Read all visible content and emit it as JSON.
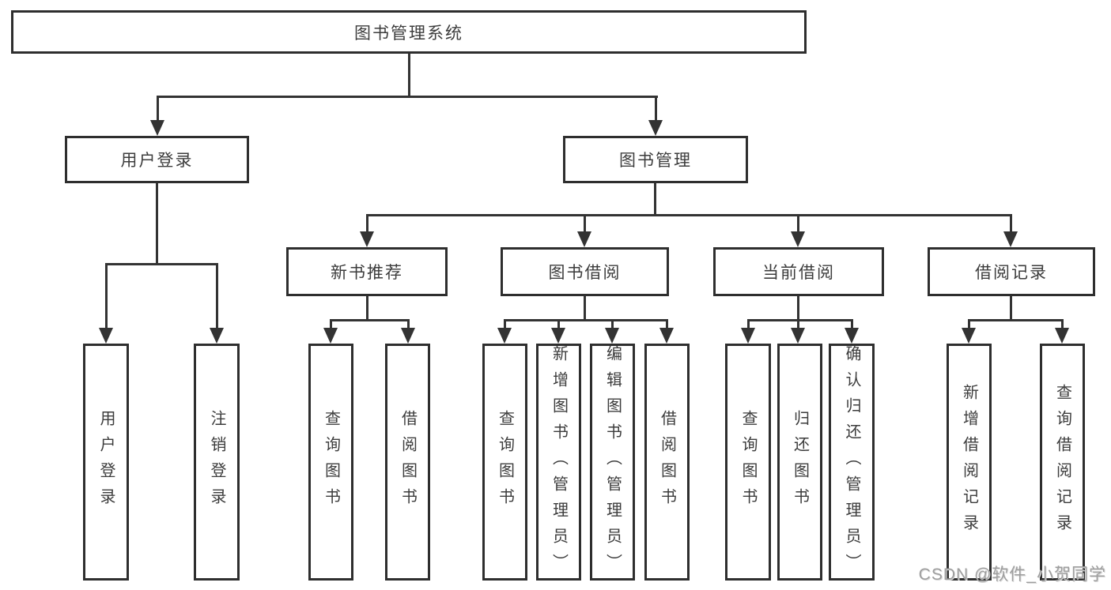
{
  "diagram": {
    "title": "图书管理系统",
    "branches": [
      {
        "label": "用户登录",
        "leaves": [
          "用户登录",
          "注销登录"
        ]
      },
      {
        "label": "图书管理",
        "groups": [
          {
            "label": "新书推荐",
            "leaves": [
              "查询图书",
              "借阅图书"
            ]
          },
          {
            "label": "图书借阅",
            "leaves": [
              "查询图书",
              "新增图书（管理员）",
              "编辑图书（管理员）",
              "借阅图书"
            ]
          },
          {
            "label": "当前借阅",
            "leaves": [
              "查询图书",
              "归还图书",
              "确认归还（管理员）"
            ]
          },
          {
            "label": "借阅记录",
            "leaves": [
              "新增借阅记录",
              "查询借阅记录"
            ]
          }
        ]
      }
    ]
  },
  "watermark": {
    "text": "CSDN @软件_小贺同学"
  },
  "colors": {
    "line": "#333333",
    "box_border": "#2e2e2e",
    "text": "#3c3c3c",
    "watermark": "#9e9e9e",
    "background": "#ffffff"
  }
}
